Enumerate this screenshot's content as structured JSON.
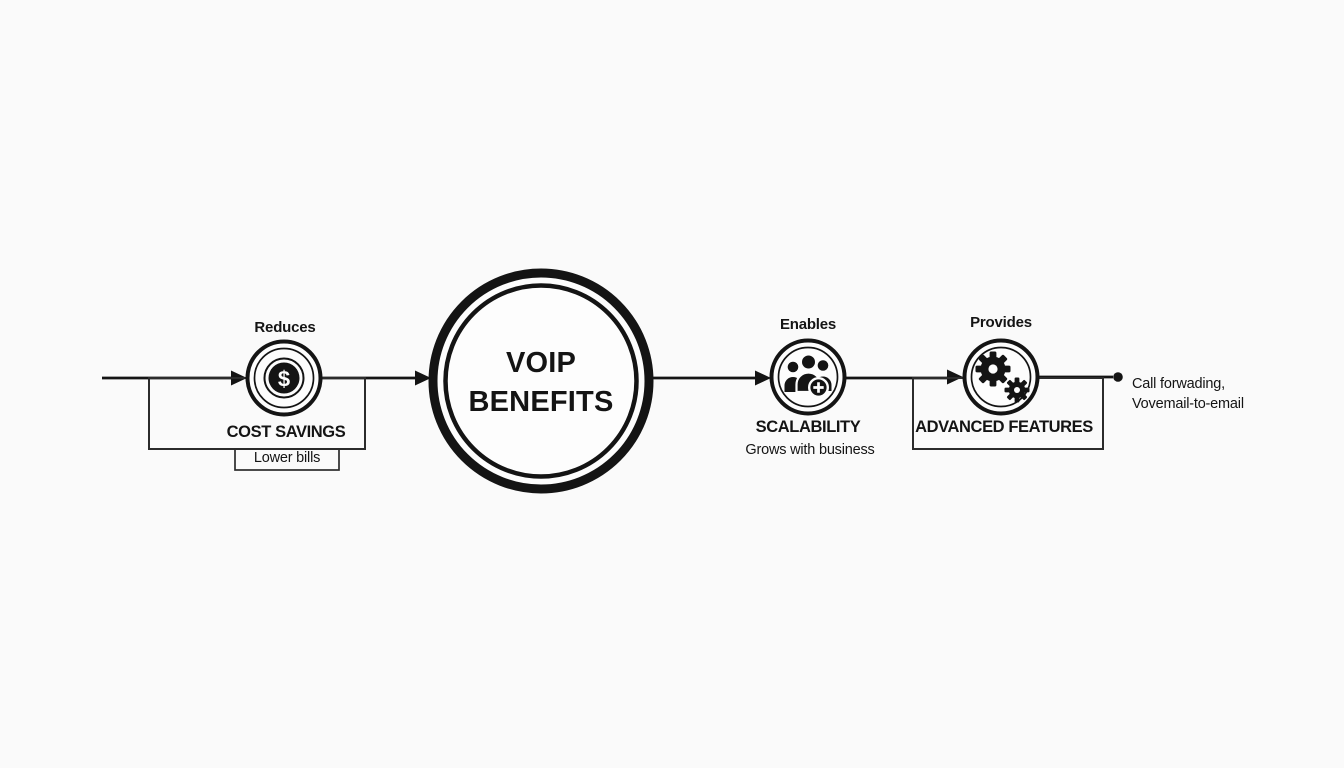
{
  "diagram": {
    "hub": {
      "line1": "VOIP",
      "line2": "BENEFITS"
    },
    "nodes": [
      {
        "relation": "Reduces",
        "title": "COST SAVINGS",
        "caption": "Lower bills",
        "icon": "dollar-coin-icon",
        "icon_glyph": "$"
      },
      {
        "relation": "Enables",
        "title": "SCALABILITY",
        "caption": "Grows with business",
        "icon": "team-add-icon"
      },
      {
        "relation": "Provides",
        "title": "ADVANCED FEATURES",
        "icon": "gears-icon"
      }
    ],
    "annotation": {
      "line1": "Call forwading,",
      "line2": "Vovemail-to-email"
    },
    "colors": {
      "ink": "#141414",
      "background": "#fafafa",
      "box_stroke": "#2b2b2b"
    }
  }
}
